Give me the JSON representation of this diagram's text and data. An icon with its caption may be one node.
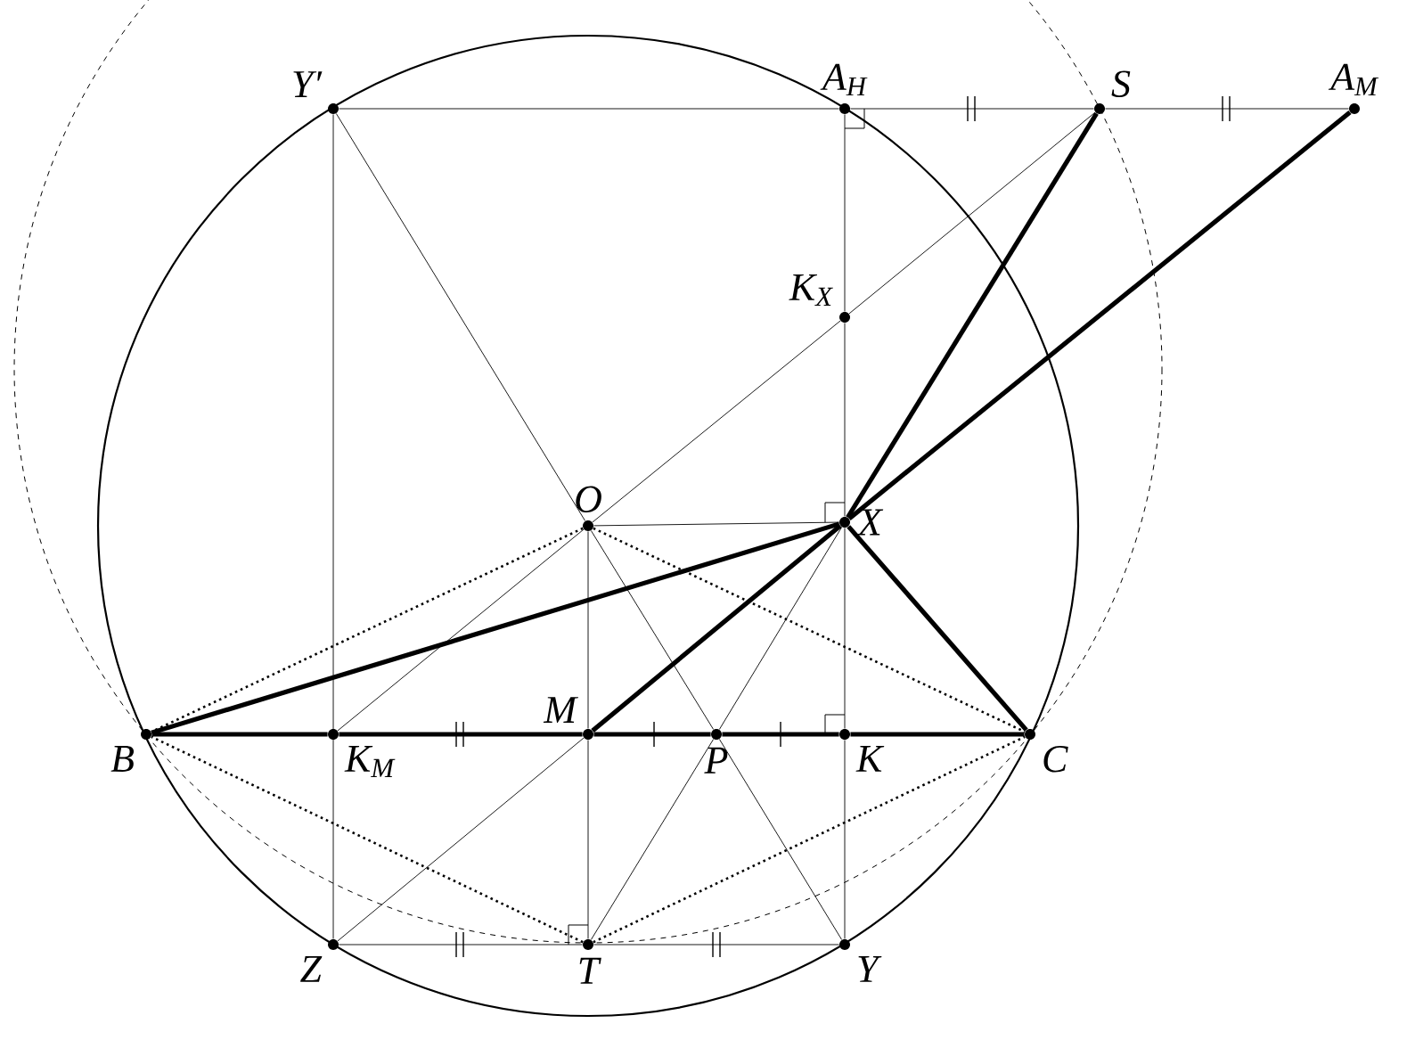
{
  "diagram": {
    "nodes": [
      {
        "text": [
          "Y′"
        ]
      },
      {
        "text": [
          "A$_{H}$"
        ]
      },
      {
        "text": [
          "S"
        ]
      },
      {
        "text": [
          "A$_{M}$"
        ]
      },
      {
        "text": [
          "K$_{X}$"
        ]
      },
      {
        "text": [
          "O"
        ]
      },
      {
        "text": [
          "X"
        ]
      },
      {
        "text": [
          "B"
        ]
      },
      {
        "text": [
          "M"
        ]
      },
      {
        "text": [
          "K$_{M}$"
        ]
      },
      {
        "text": [
          "P"
        ]
      },
      {
        "text": [
          "K"
        ]
      },
      {
        "text": [
          "C"
        ]
      },
      {
        "text": [
          "Z"
        ]
      },
      {
        "text": [
          "T"
        ]
      },
      {
        "text": [
          "Y"
        ]
      }
    ],
    "edges": [
      {
        "from": 0,
        "to": 1,
        "arrow": "none"
      },
      {
        "from": 1,
        "to": 2,
        "arrow": "none"
      },
      {
        "from": 2,
        "to": 3,
        "arrow": "none"
      },
      {
        "from": 0,
        "to": 13,
        "arrow": "none"
      },
      {
        "from": 0,
        "to": 5,
        "arrow": "none"
      },
      {
        "from": 5,
        "to": 10,
        "arrow": "none"
      },
      {
        "from": 10,
        "to": 15,
        "arrow": "none"
      },
      {
        "from": 1,
        "to": 4,
        "arrow": "none"
      },
      {
        "from": 4,
        "to": 6,
        "arrow": "none"
      },
      {
        "from": 6,
        "to": 11,
        "arrow": "none"
      },
      {
        "from": 11,
        "to": 15,
        "arrow": "none"
      },
      {
        "from": 9,
        "to": 5,
        "arrow": "none"
      },
      {
        "from": 5,
        "to": 4,
        "arrow": "none"
      },
      {
        "from": 4,
        "to": 2,
        "arrow": "none"
      },
      {
        "from": 13,
        "to": 8,
        "arrow": "none"
      },
      {
        "from": 8,
        "to": 6,
        "arrow": "none",
        "style": "thick"
      },
      {
        "from": 14,
        "to": 10,
        "arrow": "none"
      },
      {
        "from": 10,
        "to": 6,
        "arrow": "none"
      },
      {
        "from": 5,
        "to": 6,
        "arrow": "none"
      },
      {
        "from": 5,
        "to": 8,
        "arrow": "none"
      },
      {
        "from": 8,
        "to": 14,
        "arrow": "none"
      },
      {
        "from": 7,
        "to": 9,
        "arrow": "none",
        "style": "thick"
      },
      {
        "from": 9,
        "to": 8,
        "arrow": "none",
        "style": "thick"
      },
      {
        "from": 8,
        "to": 10,
        "arrow": "none",
        "style": "thick"
      },
      {
        "from": 10,
        "to": 11,
        "arrow": "none",
        "style": "thick"
      },
      {
        "from": 11,
        "to": 12,
        "arrow": "none",
        "style": "thick"
      },
      {
        "from": 13,
        "to": 14,
        "arrow": "none"
      },
      {
        "from": 14,
        "to": 15,
        "arrow": "none"
      },
      {
        "from": 7,
        "to": 6,
        "arrow": "none",
        "style": "thick"
      },
      {
        "from": 6,
        "to": 12,
        "arrow": "none",
        "style": "thick"
      },
      {
        "from": 6,
        "to": 2,
        "arrow": "none",
        "style": "thick"
      },
      {
        "from": 6,
        "to": 3,
        "arrow": "none",
        "style": "thick"
      },
      {
        "from": 5,
        "to": 7,
        "arrow": "none",
        "style": "dashed"
      },
      {
        "from": 5,
        "to": 12,
        "arrow": "none",
        "style": "dashed"
      },
      {
        "from": 14,
        "to": 7,
        "arrow": "none",
        "style": "dashed"
      },
      {
        "from": 14,
        "to": 12,
        "arrow": "none",
        "style": "dashed"
      }
    ]
  }
}
